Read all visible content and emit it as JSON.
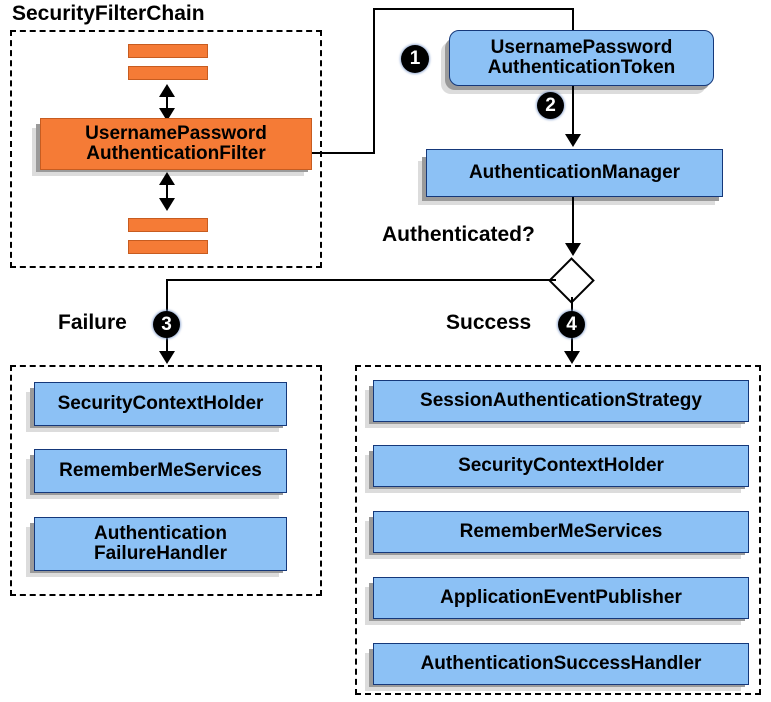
{
  "diagram": {
    "title_chain": "SecurityFilterChain",
    "labels": {
      "authenticated": "Authenticated?",
      "failure": "Failure",
      "success": "Success"
    },
    "badges": {
      "one": "1",
      "two": "2",
      "three": "3",
      "four": "4"
    },
    "colors": {
      "blue_fill": "#8CC1F5",
      "blue_border": "#15387A",
      "orange_fill": "#F57B36",
      "orange_border": "#C75C20",
      "shadow_dark": "#9A9A9A",
      "shadow_light": "#DCDCDC",
      "stroke": "#000000",
      "background": "#FFFFFF"
    },
    "filter_chain": {
      "filter_node": "UsernamePassword\nAuthenticationFilter",
      "filter_node_line1": "UsernamePassword",
      "filter_node_line2": "AuthenticationFilter",
      "slabs": [
        "filter-slab-1",
        "filter-slab-2",
        "filter-slab-3",
        "filter-slab-4"
      ]
    },
    "flow": {
      "token_line1": "UsernamePassword",
      "token_line2": "AuthenticationToken",
      "manager": "AuthenticationManager"
    },
    "failure_group": {
      "items": [
        {
          "line1": "SecurityContextHolder",
          "line2": ""
        },
        {
          "line1": "RememberMeServices",
          "line2": ""
        },
        {
          "line1": "Authentication",
          "line2": "FailureHandler"
        }
      ]
    },
    "success_group": {
      "items": [
        {
          "line1": "SessionAuthenticationStrategy",
          "line2": ""
        },
        {
          "line1": "SecurityContextHolder",
          "line2": ""
        },
        {
          "line1": "RememberMeServices",
          "line2": ""
        },
        {
          "line1": "ApplicationEventPublisher",
          "line2": ""
        },
        {
          "line1": "AuthenticationSuccessHandler",
          "line2": ""
        }
      ]
    }
  }
}
